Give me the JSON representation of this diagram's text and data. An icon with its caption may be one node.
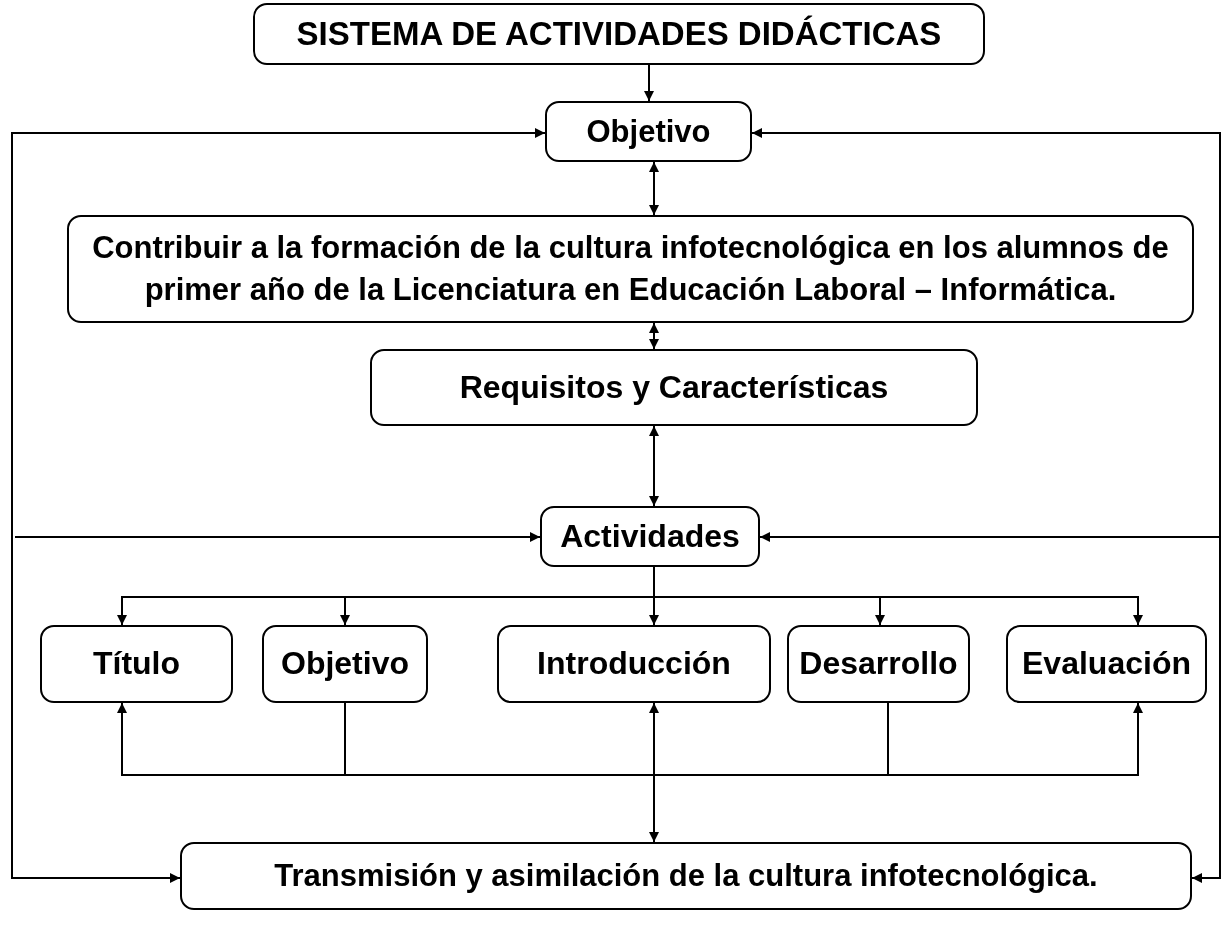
{
  "diagram": {
    "nodes": [
      {
        "text": [
          "SISTEMA DE ACTIVIDADES DIDÁCTICAS"
        ]
      },
      {
        "text": [
          "Objetivo"
        ]
      },
      {
        "text": [
          "Contribuir a la formación de la cultura infotecnológica en los alumnos de primer año de la Licenciatura en Educación Laboral – Informática."
        ]
      },
      {
        "text": [
          "Requisitos y Características"
        ]
      },
      {
        "text": [
          "Actividades"
        ]
      },
      {
        "text": [
          "Título"
        ]
      },
      {
        "text": [
          "Objetivo"
        ]
      },
      {
        "text": [
          "Introducción"
        ]
      },
      {
        "text": [
          "Desarrollo"
        ]
      },
      {
        "text": [
          "Evaluación"
        ]
      },
      {
        "text": [
          "Transmisión y asimilación de la cultura infotecnológica."
        ]
      }
    ],
    "edges": [
      {
        "from": 0,
        "to": 1,
        "arrow": "to"
      },
      {
        "from": 1,
        "to": 2,
        "arrow": "both"
      },
      {
        "from": 2,
        "to": 3,
        "arrow": "both"
      },
      {
        "from": 3,
        "to": 4,
        "arrow": "both"
      },
      {
        "from": 4,
        "to": 5,
        "arrow": "to"
      },
      {
        "from": 4,
        "to": 6,
        "arrow": "to"
      },
      {
        "from": 4,
        "to": 7,
        "arrow": "to"
      },
      {
        "from": 4,
        "to": 8,
        "arrow": "to"
      },
      {
        "from": 4,
        "to": 9,
        "arrow": "to"
      },
      {
        "from": 10,
        "to": 5,
        "arrow": "to"
      },
      {
        "from": 10,
        "to": 9,
        "arrow": "to"
      },
      {
        "from": 7,
        "to": 10,
        "arrow": "both"
      },
      {
        "from": 6,
        "to": 10,
        "arrow": "none"
      },
      {
        "from": 8,
        "to": 10,
        "arrow": "none"
      },
      {
        "from": null,
        "to": 1,
        "arrow": "to"
      },
      {
        "from": null,
        "to": 4,
        "arrow": "to"
      },
      {
        "from": null,
        "to": 10,
        "arrow": "to"
      },
      {
        "from": null,
        "to": 1,
        "arrow": "to"
      },
      {
        "from": null,
        "to": 4,
        "arrow": "to"
      },
      {
        "from": null,
        "to": 10,
        "arrow": "to"
      }
    ]
  }
}
